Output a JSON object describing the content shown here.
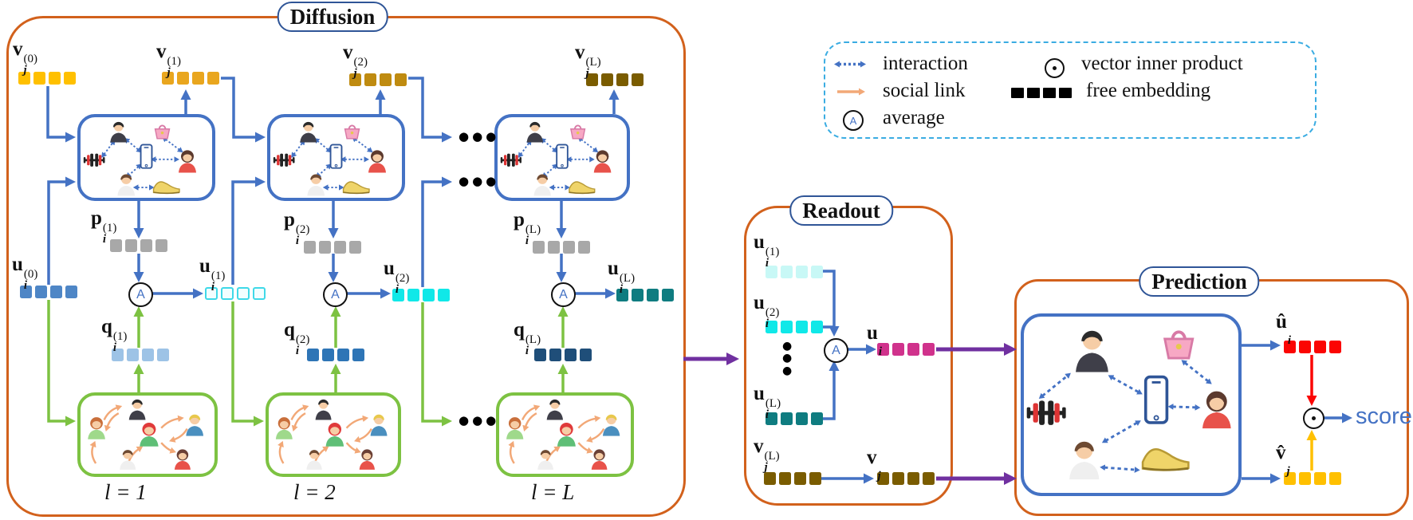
{
  "titles": {
    "diffusion": "Diffusion",
    "readout": "Readout",
    "prediction": "Prediction"
  },
  "legend": {
    "interaction": "interaction",
    "social_link": "social link",
    "average": "average",
    "inner_product": "vector inner product",
    "free_embedding": "free embedding"
  },
  "symbols": {
    "average": "A",
    "inner_product": "⊙"
  },
  "dots": {
    "h": "●●●",
    "v": "●\n●\n●"
  },
  "labels": {
    "v0": {
      "base": "v",
      "sub": "j",
      "sup": "(0)"
    },
    "v1": {
      "base": "v",
      "sub": "j",
      "sup": "(1)"
    },
    "v2": {
      "base": "v",
      "sub": "j",
      "sup": "(2)"
    },
    "vL": {
      "base": "v",
      "sub": "j",
      "sup": "(L)"
    },
    "u0": {
      "base": "u",
      "sub": "i",
      "sup": "(0)"
    },
    "u1": {
      "base": "u",
      "sub": "i",
      "sup": "(1)"
    },
    "u2": {
      "base": "u",
      "sub": "i",
      "sup": "(2)"
    },
    "uL": {
      "base": "u",
      "sub": "i",
      "sup": "(L)"
    },
    "p1": {
      "base": "p",
      "sub": "i",
      "sup": "(1)"
    },
    "p2": {
      "base": "p",
      "sub": "i",
      "sup": "(2)"
    },
    "pL": {
      "base": "p",
      "sub": "i",
      "sup": "(L)"
    },
    "q1": {
      "base": "q",
      "sub": "i",
      "sup": "(1)"
    },
    "q2": {
      "base": "q",
      "sub": "i",
      "sup": "(2)"
    },
    "qL": {
      "base": "q",
      "sub": "i",
      "sup": "(L)"
    },
    "ui": {
      "base": "u",
      "sub": "i",
      "sup": ""
    },
    "vj": {
      "base": "v",
      "sub": "j",
      "sup": ""
    },
    "u_hat": {
      "base": "û",
      "sub": "i",
      "sup": ""
    },
    "v_hat": {
      "base": "v̂",
      "sub": "j",
      "sup": ""
    }
  },
  "captions": [
    "l = 1",
    "l = 2",
    "l = L"
  ],
  "prediction": {
    "score": "score"
  },
  "colors": {
    "v0": "#FFC000",
    "v1": "#E9A61E",
    "v2": "#BF8B10",
    "vL": "#7A5C00",
    "u0": "#4E86C6",
    "u1_border": "#3FD9E8",
    "u2": "#10E8E8",
    "uL": "#0F7C80",
    "p": "#A8A8A8",
    "q1": "#9DC3E6",
    "q2": "#2E75B6",
    "qL": "#1F4E79",
    "readout_u1": "#C8F8F6",
    "ui": "#D0328C",
    "vj": "#7A5C00",
    "u_hat": "#FB0503",
    "v_hat": "#FFC000",
    "black": "#000000",
    "blue": "#4472C4",
    "green": "#7DC242",
    "purple": "#7030A0",
    "orange_border": "#D2611C",
    "legend_border": "#3AACE2",
    "social_arrow": "#F2A877",
    "score_text": "#4472C4"
  }
}
